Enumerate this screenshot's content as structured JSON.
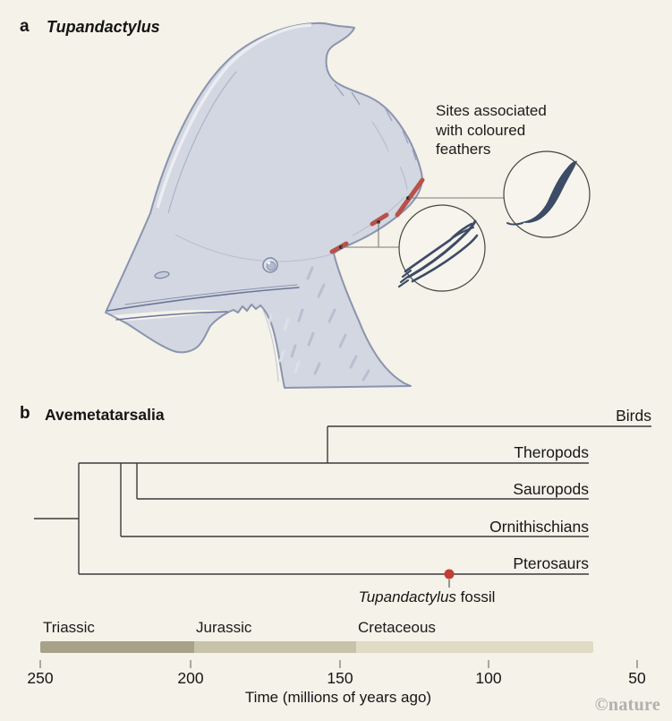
{
  "panel_a": {
    "label": "a",
    "title": "Tupandactylus",
    "annotation": "Sites associated\nwith coloured\nfeathers"
  },
  "panel_b": {
    "label": "b",
    "title": "Avemetatarsalia",
    "taxa": [
      "Birds",
      "Theropods",
      "Sauropods",
      "Ornithischians",
      "Pterosaurs"
    ],
    "fossil": {
      "italic": "Tupandactylus",
      "rest": " fossil"
    }
  },
  "timescale": {
    "periods": [
      {
        "name": "Triassic",
        "color": "#a7a288"
      },
      {
        "name": "Jurassic",
        "color": "#c6c3a9"
      },
      {
        "name": "Cretaceous",
        "color": "#dfdbc4"
      }
    ],
    "ticks": [
      "250",
      "200",
      "150",
      "100",
      "50"
    ],
    "axis_title": "Time (millions of years ago)"
  },
  "watermark": "©nature",
  "colors": {
    "background": "#f4f2e9",
    "artwork_fill": "#d3d7e1",
    "artwork_outline": "#8b94ae",
    "feather_site_red": "#b85149",
    "fossil_dot_red": "#c43d33",
    "feather_dark": "#3d4b66",
    "tree_line": "#3b3b3b"
  }
}
